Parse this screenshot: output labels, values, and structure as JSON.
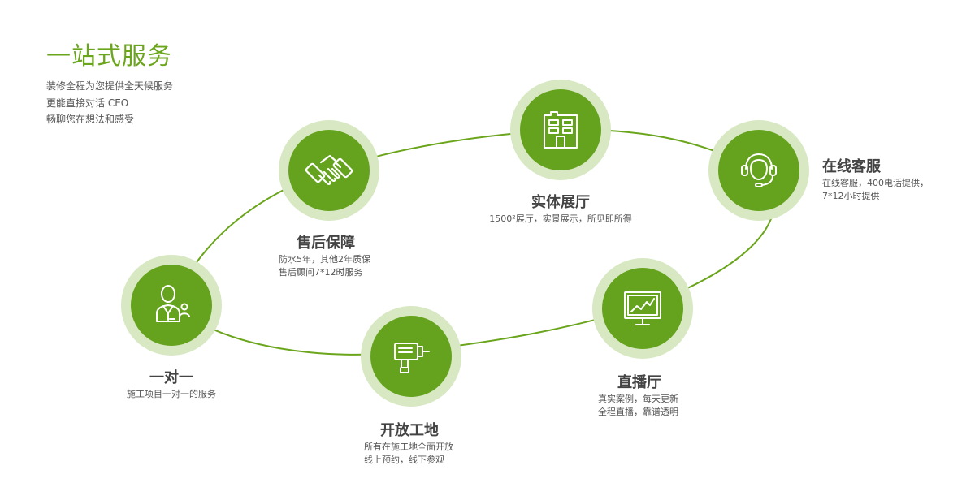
{
  "intro": {
    "title": "一站式服务",
    "lines": [
      "装修全程为您提供全天候服务",
      "更能直接对话 CEO",
      "畅聊您在想法和感受"
    ]
  },
  "colors": {
    "accent": "#65a31e",
    "halo": "#d7e8c3",
    "ring": "#6aa51c"
  },
  "services": [
    {
      "title": "一对一",
      "desc": [
        "施工项目一对一的服务"
      ],
      "icon": "consultant-icon"
    },
    {
      "title": "售后保障",
      "desc": [
        "防水5年，其他2年质保",
        "售后顾问7*12时服务"
      ],
      "icon": "handshake-icon"
    },
    {
      "title": "实体展厅",
      "desc": [
        "1500²展厅，实景展示，所见即所得"
      ],
      "icon": "building-icon"
    },
    {
      "title": "在线客服",
      "desc": [
        "在线客服，400电话提供，",
        "7*12小时提供"
      ],
      "icon": "headset-icon"
    },
    {
      "title": "直播厅",
      "desc": [
        "真实案例，每天更新",
        "全程直播，靠谱透明"
      ],
      "icon": "monitor-chart-icon"
    },
    {
      "title": "开放工地",
      "desc": [
        "所有在施工地全面开放",
        "线上预约，线下参观"
      ],
      "icon": "drill-icon"
    }
  ]
}
